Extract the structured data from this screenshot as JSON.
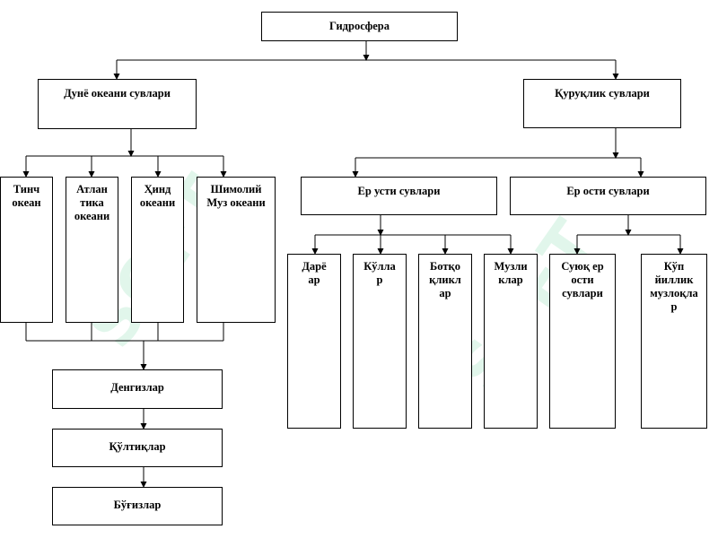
{
  "watermark": "SOFT",
  "nodes": {
    "root": "Гидросфера",
    "ocean": "Дунё океани сувлари",
    "land": "Қуруқлик сувлари",
    "pacific": "Тинч\nокеан",
    "atlantic": "Атлан\nтика\nокеани",
    "indian": "Ҳинд\nокеани",
    "arctic": "Шимолий\nМуз океани",
    "surface": "Ер усти сувлари",
    "underground": "Ер ости сувлари",
    "rivers": "Дарё\nар",
    "lakes": "Кўлла\nр",
    "swamps": "Ботқо\nқликл\nар",
    "glaciers": "Музли\nклар",
    "groundwater": "Суюқ ер\nости\nсувлари",
    "permafrost": "Кўп\nйиллик\nмузлоқла\nр",
    "seas": "Денгизлар",
    "gulfs": "Қўлтиқлар",
    "straits": "Бўғизлар"
  }
}
